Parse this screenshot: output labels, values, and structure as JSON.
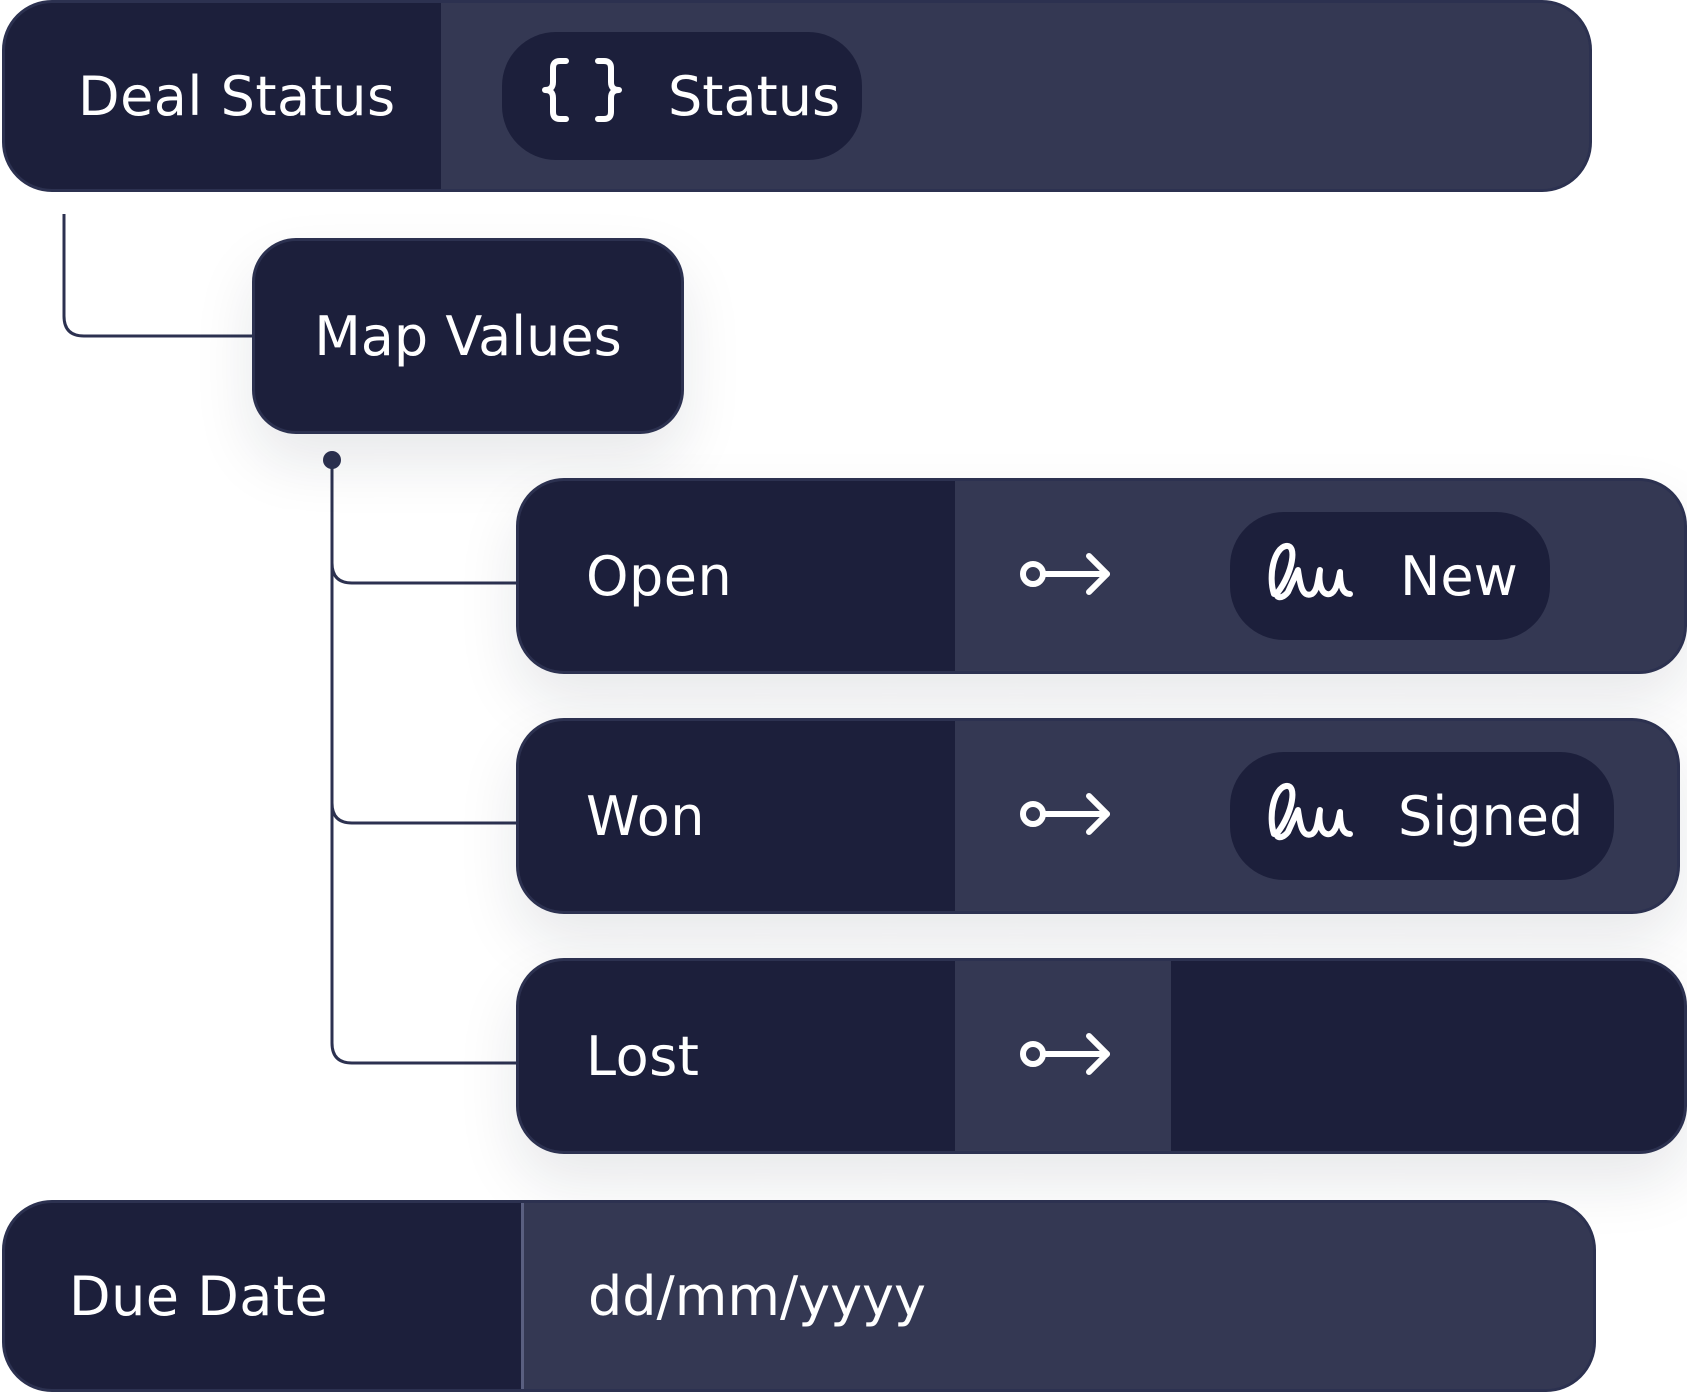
{
  "colors": {
    "dark": "#1c1f3b",
    "medium": "#343853",
    "text": "#ffffff",
    "line": "#2c3150"
  },
  "deal_status": {
    "label": "Deal Status",
    "chip_icon": "curly-braces-icon",
    "chip_label": "Status"
  },
  "map_values": {
    "label": "Map Values"
  },
  "mappings": [
    {
      "source": "Open",
      "arrow_icon": "map-arrow-icon",
      "target_icon": "signature-icon",
      "target": "New"
    },
    {
      "source": "Won",
      "arrow_icon": "map-arrow-icon",
      "target_icon": "signature-icon",
      "target": "Signed"
    },
    {
      "source": "Lost",
      "arrow_icon": "map-arrow-icon",
      "target": ""
    }
  ],
  "due_date": {
    "label": "Due Date",
    "placeholder": "dd/mm/yyyy"
  }
}
